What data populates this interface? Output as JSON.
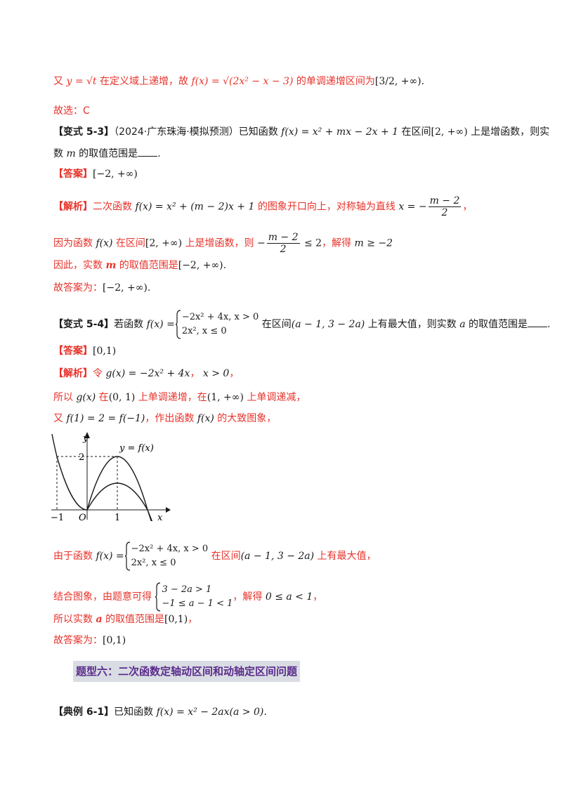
{
  "l1": {
    "t1": "又 ",
    "t2": " 在定义域上递增，故 ",
    "t3": " 的单调递增区间为",
    "fx": "f(x) = √(2x² − x − 3)",
    "yt": "y = √t",
    "interval": "[3/2, +∞)"
  },
  "l2": {
    "text": "故选：C"
  },
  "v53": {
    "label": "【变式 5-3】",
    "src": "（2024·广东珠海·模拟预测）已知函数 ",
    "fx": "f(x) = x² + mx − 2x + 1",
    "t2": " 在区间",
    "interval": "[2, +∞)",
    "t3": " 上是增函数，则实",
    "t4": "数 ",
    "m": "m",
    "t5": " 的取值范围是",
    "end": "."
  },
  "a53": {
    "label": "【答案】",
    "val": "[−2, +∞)"
  },
  "j53": {
    "label": "【解析】",
    "t1": "二次函数 ",
    "fx": "f(x) = x² + (m − 2)x + 1",
    "t2": " 的图象开口向上，对称轴为直线 ",
    "axis": "x = −",
    "num": "m − 2",
    "den": "2",
    "comma": "，",
    "l2a": "因为函数 ",
    "fx2": "f(x)",
    "l2b": " 在区间",
    "int2": "[2, +∞)",
    "l2c": " 上是增函数，则 ",
    "neg": "−",
    "num2": "m − 2",
    "den2": "2",
    "le": " ≤ 2",
    "l2d": "，解得 ",
    "res": "m ≥ −2",
    "l3a": "因此，实数 ",
    "m": "m",
    "l3b": " 的取值范围是",
    "int3": "[−2, +∞)",
    "dot": ".",
    "l4a": "故答案为：",
    "int4": "[−2, +∞)",
    "dot2": "."
  },
  "v54": {
    "label": "【变式 5-4】",
    "t1": "若函数 ",
    "fx": "f(x) =",
    "c1": "−2x² + 4x, x > 0",
    "c2": "2x², x ≤ 0",
    "t2": " 在区间",
    "int": "(a − 1, 3 − 2a)",
    "t3": " 上有最大值，则实数 ",
    "a": "a",
    "t4": " 的取值范围是",
    "end": "."
  },
  "a54": {
    "label": "【答案】",
    "val": "[0,1)"
  },
  "j54": {
    "label": "【解析】",
    "t1": "令 ",
    "g": "g(x) = −2x² + 4x",
    "t2": "， ",
    "cond": "x > 0",
    "t3": "，",
    "l2a": "所以 ",
    "g2": "g(x)",
    "l2b": " 在",
    "int1": "(0, 1)",
    "l2c": " 上单调递增，在",
    "int2": "(1, +∞)",
    "l2d": " 上单调递减，",
    "l3a": "又 ",
    "eq": "f(1) = 2 = f(−1)",
    "l3b": "，作出函数 ",
    "fx": "f(x)",
    "l3c": " 的大致图象，",
    "l5a": "由于函数 ",
    "fx5": "f(x) =",
    "c1": "−2x² + 4x, x > 0",
    "c2": "2x², x ≤ 0",
    "l5b": " 在区间",
    "int5": "(a − 1, 3 − 2a)",
    "l5c": " 上有最大值，",
    "l6a": "结合图象，由题意可得 ",
    "s1": "3 − 2a > 1",
    "s2": "−1 ≤ a − 1 < 1",
    "l6b": "，解得 ",
    "res": "0 ≤ a < 1",
    "l6c": "，",
    "l7a": "所以实数 ",
    "a": "a",
    "l7b": " 的取值范围是",
    "int7": "[0,1)",
    "l7c": "，",
    "l8a": "故答案为：",
    "int8": "[0,1)"
  },
  "graph": {
    "ylabel": "y",
    "xlabel": "x",
    "curve": "y = f(x)",
    "tick2": "2",
    "tickm1": "−1",
    "origin": "O",
    "tick1": "1"
  },
  "heading": {
    "text": "题型六：二次函数定轴动区间和动轴定区间问题"
  },
  "ex61": {
    "label": "【典例 6-1】",
    "t1": "已知函数 ",
    "fx": "f(x) = x² − 2ax(a > 0)",
    "end": "."
  }
}
